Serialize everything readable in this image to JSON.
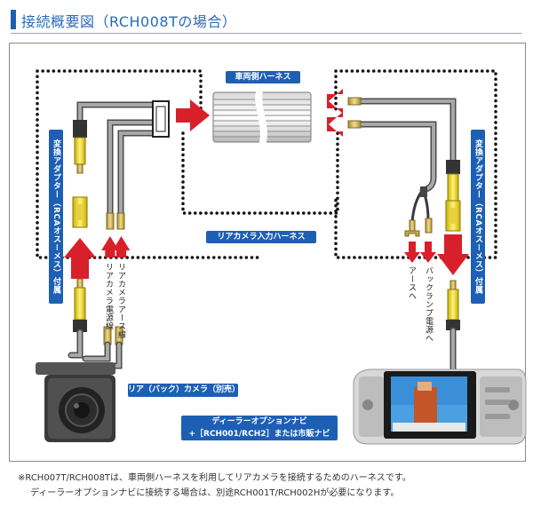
{
  "header": {
    "title": "接続概要図（RCH008Tの場合）"
  },
  "labels": {
    "vehicle_harness": "車両側ハーネス",
    "rear_camera_input_harness": "リアカメラ入力ハーネス",
    "adapter_left": "変換アダプター（RCAオス－メス）付属",
    "adapter_right": "変換アダプター（RCAオス－メス）付属",
    "camera_power_wire": "リアカメラ電源線",
    "camera_ground_wire": "リアカメラアース線",
    "ground": "アースへ",
    "backlamp_power": "バックランプ電源へ",
    "rear_camera": "リア（バック）カメラ（別売）",
    "navi_line1": "ディーラーオプションナビ",
    "navi_line2": "+［RCH001/RCH2］または市販ナビ"
  },
  "footnote": {
    "line1": "※RCH007T/RCH008Tは、車両側ハーネスを利用してリアカメラを接続するためのハーネスです。",
    "line2": "ディーラーオプションナビに接続する場合は、別途RCH001T/RCH002Hが必要になります。"
  },
  "colors": {
    "accent_blue": "#1d5fb4",
    "arrow_red": "#d8202a",
    "rca_yellow": "#f3de1a",
    "cable_gray": "#8a8a8a"
  }
}
